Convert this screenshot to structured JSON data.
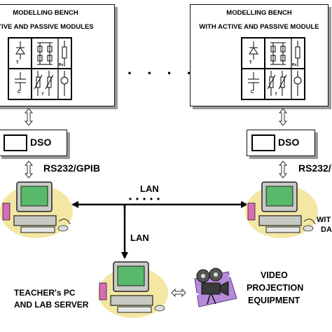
{
  "benches": {
    "left": {
      "title_line1": "MODELLING BENCH",
      "title_line2": "TIVE AND PASSIVE MODULES"
    },
    "right": {
      "title_line1": "MODELLING BENCH",
      "title_line2": "WITH ACTIVE AND PASSIVE MODULE"
    }
  },
  "ellipsis": ". . . . . .",
  "dso": {
    "left_label": "DSO",
    "right_label": "DSO"
  },
  "links": {
    "left_label": "RS232/GPIB",
    "right_label": "RS232/",
    "lan_top": "LAN",
    "lan_vertical": "LAN"
  },
  "right_student": {
    "line1": "WIT",
    "line2": "DA"
  },
  "teacher": {
    "line1": "TEACHER's PC",
    "line2": "AND LAB SERVER"
  },
  "video": {
    "line1": "VIDEO",
    "line2": "PROJECTION",
    "line3": "EQUIPMENT"
  },
  "module_symbols": {
    "t": "T",
    "c": "C",
    "f": "f",
    "rx": "Rx"
  },
  "icons": [
    "double-arrow-icon",
    "computer-icon",
    "video-camera-icon",
    "diode-symbol-icon",
    "transistor-symbol-icon",
    "resistor-symbol-icon",
    "capacitor-symbol-icon"
  ]
}
